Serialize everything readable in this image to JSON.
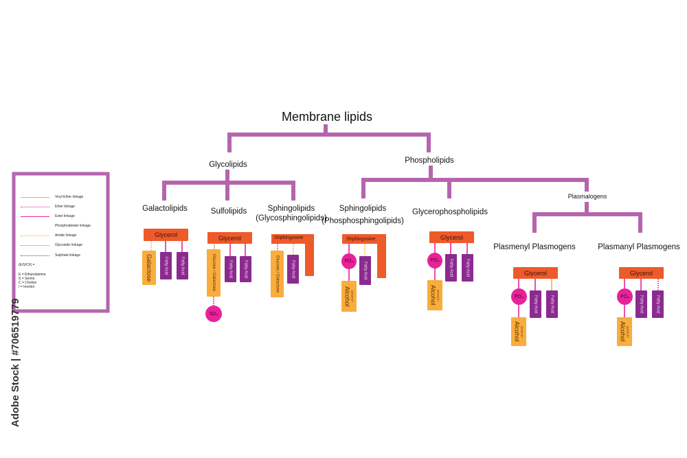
{
  "title": "Membrane lipids",
  "categories": {
    "glycolipids": "Glycolipids",
    "phospholipids": "Phospholipids",
    "galactolipids": "Galactolipids",
    "sulfolipids": "Sulfolipids",
    "sphingo_glyco_1": "Sphingolipids",
    "sphingo_glyco_2": "(Glycosphingolipids)",
    "sphingo_phos_1": "Sphingolipids",
    "sphingo_phos_2": "(Phosphosphingolipids)",
    "glycerophospholipids": "Glycerophospholipids",
    "plasmalogens": "Plasmalogens",
    "plasmenyl": "Plasmenyl Plasmogens",
    "plasmanyl": "Plasmanyl Plasmogens"
  },
  "blocks": {
    "glycerol": "Glycerol",
    "fatty_acid": "Fatty Acid",
    "galactose": "Galactose",
    "glucose_galactose": "Glucose / Galactose",
    "sphingosine_glyco": "Shphingosine",
    "sphingosine_phos": "Shphingosine",
    "so3": "SO₃",
    "po4": "PO₄",
    "alcohol": "Alcohol",
    "alcohol_sub": "(E/S/C/I)*"
  },
  "legend": {
    "items": [
      {
        "label": "Vinyl Ether linkage",
        "color": "#f8ad3d",
        "style": "solid"
      },
      {
        "label": "Ether linkage",
        "color": "#e8229a",
        "style": "dotted"
      },
      {
        "label": "Ester linkage",
        "color": "#e8229a",
        "style": "solid"
      },
      {
        "label": "Phosphodiester linkage",
        "color": "#ffffff",
        "style": "none"
      },
      {
        "label": "Amide linkage",
        "color": "#f8ad3d",
        "style": "dotted"
      },
      {
        "label": "Glycosidic linkage",
        "color": "#ee5a2a",
        "style": "dotted"
      },
      {
        "label": "Sulphate linkage",
        "color": "#8b2a8f",
        "style": "dotted"
      }
    ],
    "key_title": "(E/S/C/I) =",
    "key_lines": [
      "E = Ethanolamine",
      "S = Serine",
      "C = Choline",
      "I = Inositol"
    ]
  },
  "watermark": "Adobe Stock | #706519779",
  "colors": {
    "tree": "#b565ad",
    "glycerol": "#ee5a2a",
    "fatty_acid": "#8b2a8f",
    "sugar": "#f8ad3d",
    "phosphate": "#e8229a"
  }
}
